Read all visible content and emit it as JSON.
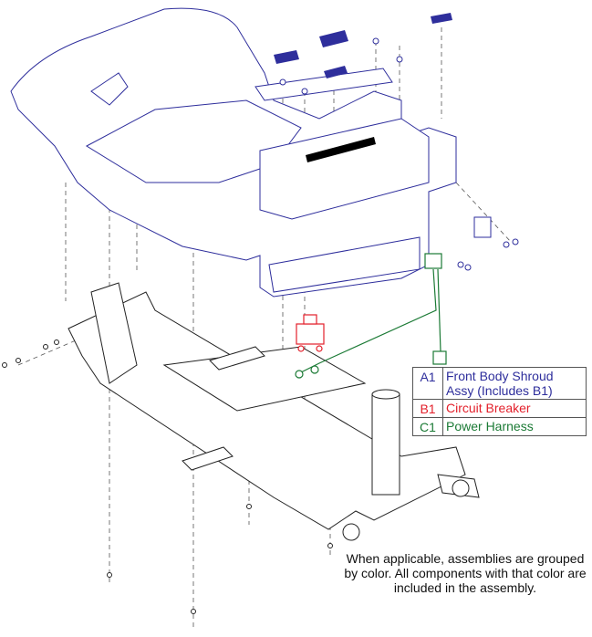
{
  "legend": {
    "rows": [
      {
        "code": "A1",
        "label": "Front Body Shroud Assy (Includes B1)",
        "color": "#2e2e9c"
      },
      {
        "code": "B1",
        "label": "Circuit Breaker",
        "color": "#e3202b"
      },
      {
        "code": "C1",
        "label": "Power Harness",
        "color": "#1b7a35"
      }
    ]
  },
  "note": "When applicable, assemblies are grouped by color. All components with that color are included in the assembly."
}
